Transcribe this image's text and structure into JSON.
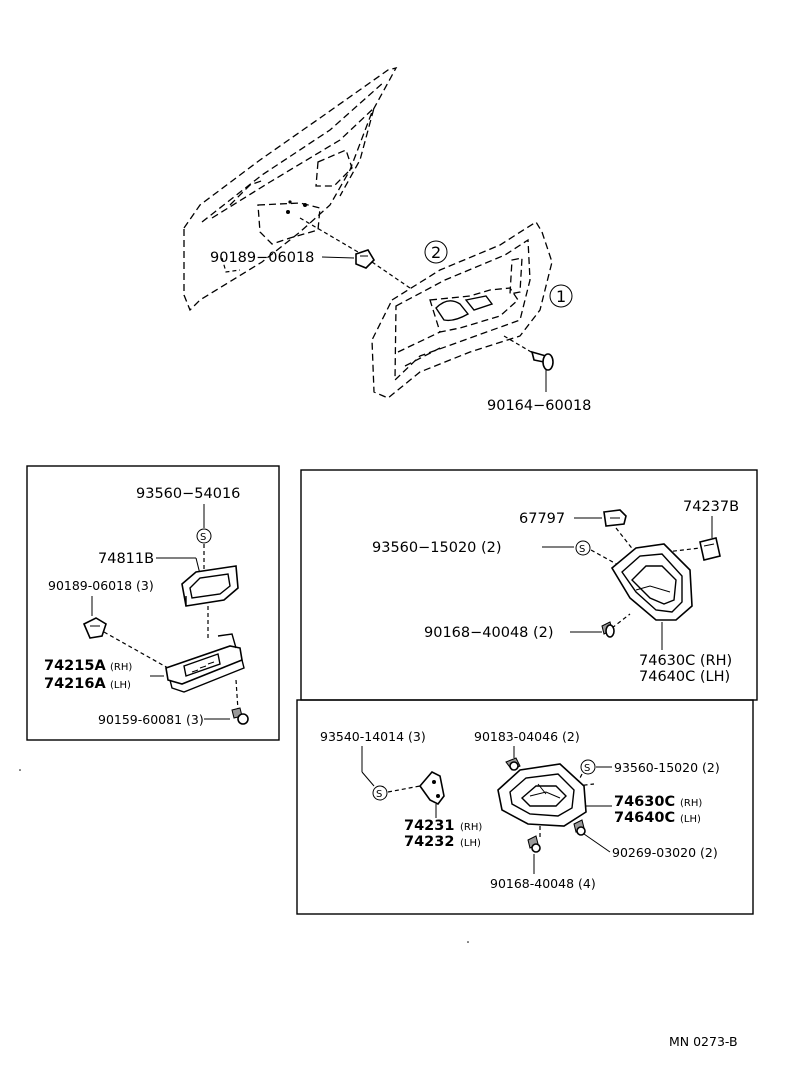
{
  "top_view": {
    "callout_1": "1",
    "callout_2": "2",
    "part_clip_upper": "90189−06018",
    "part_screw_lower": "90164−60018"
  },
  "box_switch": {
    "part_s_top": "93560−54016",
    "part_bezel": "74811B",
    "part_clip": "90189-06018 (3)",
    "part_base_rh_num": "74215A",
    "part_base_rh_tag": "(RH)",
    "part_base_lh_num": "74216A",
    "part_base_lh_tag": "(LH)",
    "part_screw": "90159-60081 (3)"
  },
  "box_pull": {
    "part_clip": "67797",
    "part_cap": "74237B",
    "part_s": "93560−15020 (2)",
    "part_screw": "90168−40048 (2)",
    "part_rh": "74630C (RH)",
    "part_lh": "74640C (LH)"
  },
  "box_handle": {
    "part_s_left": "93540-14014 (3)",
    "part_nut": "90183-04046 (2)",
    "part_s_right": "93560-15020 (2)",
    "part_bracket_rh_num": "74231",
    "part_bracket_rh_tag": "(RH)",
    "part_bracket_lh_num": "74232",
    "part_bracket_lh_tag": "(LH)",
    "part_bezel_rh_num": "74630C",
    "part_bezel_rh_tag": "(RH)",
    "part_bezel_lh_num": "74640C",
    "part_bezel_lh_tag": "(LH)",
    "part_clip": "90269-03020 (2)",
    "part_screw": "90168-40048 (4)"
  },
  "s_mark": "S",
  "footer": {
    "code": "MN  0273-B"
  }
}
